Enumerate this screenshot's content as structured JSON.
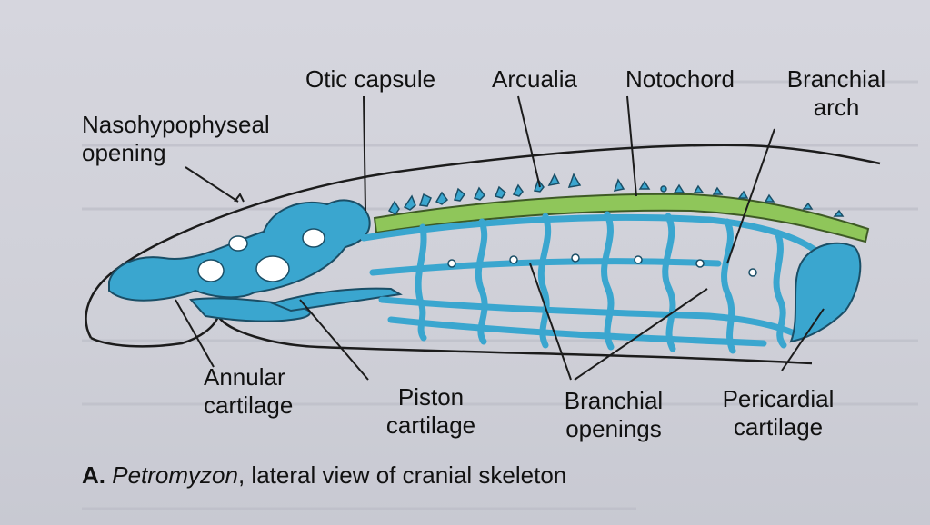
{
  "labels": {
    "otic_capsule": "Otic capsule",
    "arcualia": "Arcualia",
    "notochord": "Notochord",
    "branchial_arch": [
      "Branchial",
      "arch"
    ],
    "nasohypophyseal_opening": [
      "Nasohypophyseal",
      "opening"
    ],
    "annular_cartilage": [
      "Annular",
      "cartilage"
    ],
    "piston_cartilage": [
      "Piston",
      "cartilage"
    ],
    "branchial_openings": [
      "Branchial",
      "openings"
    ],
    "pericardial_cartilage": [
      "Pericardial",
      "cartilage"
    ]
  },
  "caption": {
    "letter": "A.",
    "genus": "Petromyzon",
    "rest": ", lateral view of cranial skeleton"
  },
  "colors": {
    "cartilage": "#3aa6cf",
    "notochord": "#8fc65a",
    "outline": "#1c1c1c",
    "background": "#cfd0d8"
  }
}
